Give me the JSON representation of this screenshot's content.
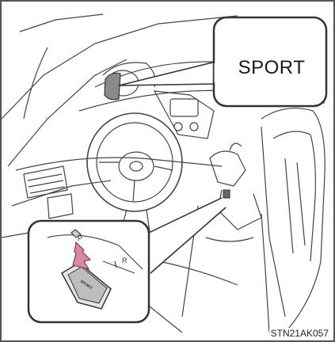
{
  "callout": {
    "label": "SPORT"
  },
  "inset": {
    "button_label": "SPORT",
    "gear_p": "P",
    "gear_r": "R"
  },
  "figure": {
    "code": "STN21AK057"
  }
}
